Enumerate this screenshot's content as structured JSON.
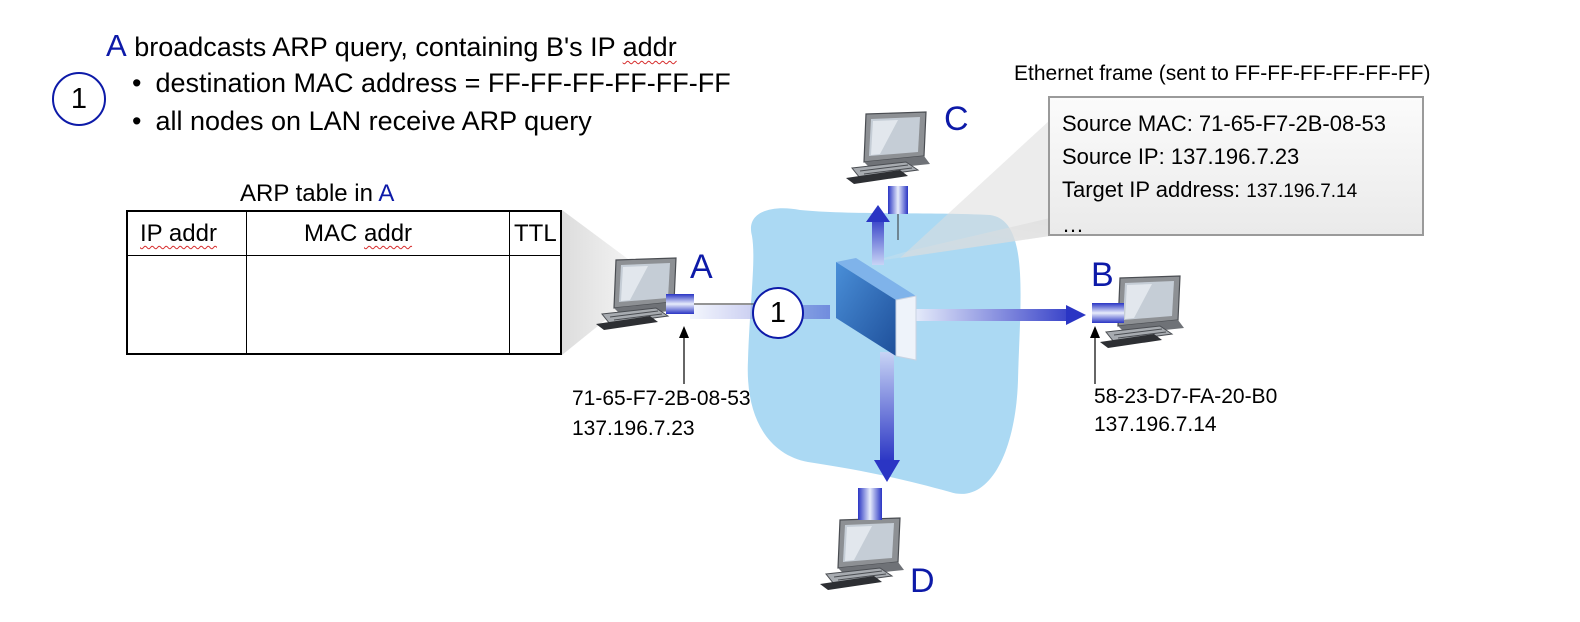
{
  "header": {
    "node": "A",
    "text": " broadcasts ARP query, containing B's IP ",
    "text_end": "addr",
    "bullets": [
      "destination MAC address = FF-FF-FF-FF-FF-FF",
      "all nodes on LAN receive ARP query"
    ]
  },
  "step_number": "1",
  "arp_table": {
    "title": "ARP table in ",
    "title_node": "A",
    "columns": [
      "IP addr",
      "MAC addr",
      "TTL"
    ],
    "rows": []
  },
  "nodes": {
    "a": {
      "label": "A",
      "mac": "71-65-F7-2B-08-53",
      "ip": "137.196.7.23"
    },
    "b": {
      "label": "B",
      "mac": "58-23-D7-FA-20-B0",
      "ip": "137.196.7.14"
    },
    "c": {
      "label": "C"
    },
    "d": {
      "label": "D"
    }
  },
  "frame": {
    "title": "Ethernet frame (sent to FF-FF-FF-FF-FF-FF)",
    "source_mac": "Source MAC:  71-65-F7-2B-08-53",
    "source_ip": "Source IP: 137.196.7.23",
    "target_ip_label": "Target IP address: ",
    "target_ip_value": "137.196.7.14",
    "ellipsis": "…"
  },
  "colors": {
    "accent": "#0d1aa8",
    "lan_cloud": "#abd9f3",
    "switch": "#2f6fc0",
    "arrow": "#2a35c4"
  }
}
